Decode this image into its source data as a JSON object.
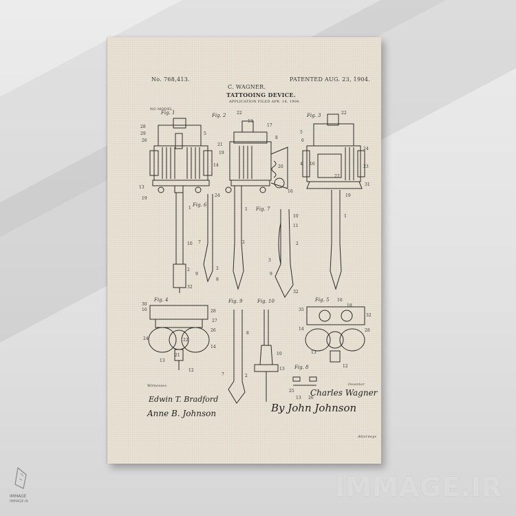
{
  "patent": {
    "number": "No. 768,413.",
    "date": "PATENTED AUG. 23, 1904.",
    "inventor": "C. WAGNER.",
    "title": "TATTOOING DEVICE.",
    "filed": "APPLICATION FILED APR. 18, 1904.",
    "no_model": "NO MODEL."
  },
  "figures": {
    "fig1": "Fig. 1",
    "fig2": "Fig. 2",
    "fig3": "Fig. 3",
    "fig4": "Fig. 4",
    "fig5": "Fig. 5",
    "fig6": "Fig. 6",
    "fig7": "Fig. 7",
    "fig8": "Fig. 8",
    "fig9": "Fig. 9",
    "fig10": "Fig. 10"
  },
  "footer": {
    "witnesses_label": "Witnesses",
    "witness_1": "Edwin T. Bradford",
    "witness_2": "Anne B. Johnson",
    "inventor_label": "Inventor",
    "inventor_signature": "Charles Wagner",
    "by_signature": "By John Johnson",
    "attorneys_label": "Attorneys"
  },
  "branding": {
    "logo_text": "IMMAGE",
    "logo_url": "IMMAGE.IR",
    "watermark": "IMMAGE.IR"
  },
  "colors": {
    "canvas": "#e8e2d5",
    "ink": "#2a2a2a",
    "wall": "#e4e4e4"
  }
}
